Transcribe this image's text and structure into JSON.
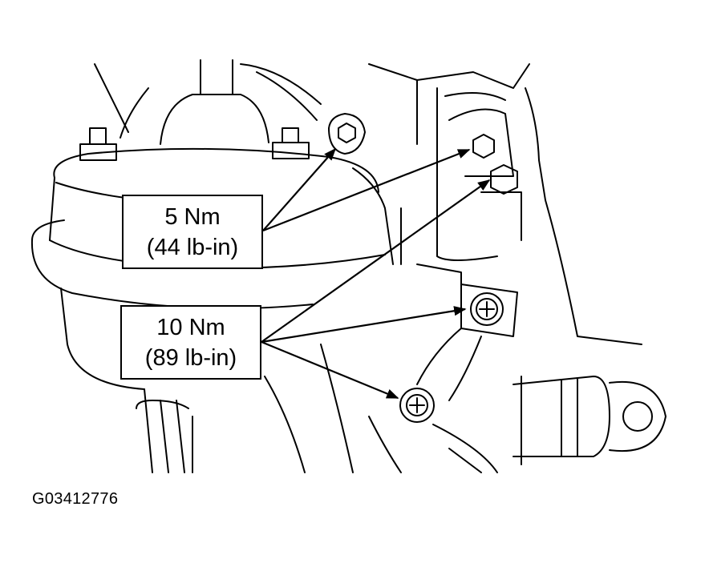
{
  "callouts": {
    "small_fasteners": {
      "line1": "5 Nm",
      "line2": "(44 lb-in)"
    },
    "large_fasteners": {
      "line1": "10 Nm",
      "line2": "(89 lb-in)"
    }
  },
  "figure_id": "G03412776"
}
